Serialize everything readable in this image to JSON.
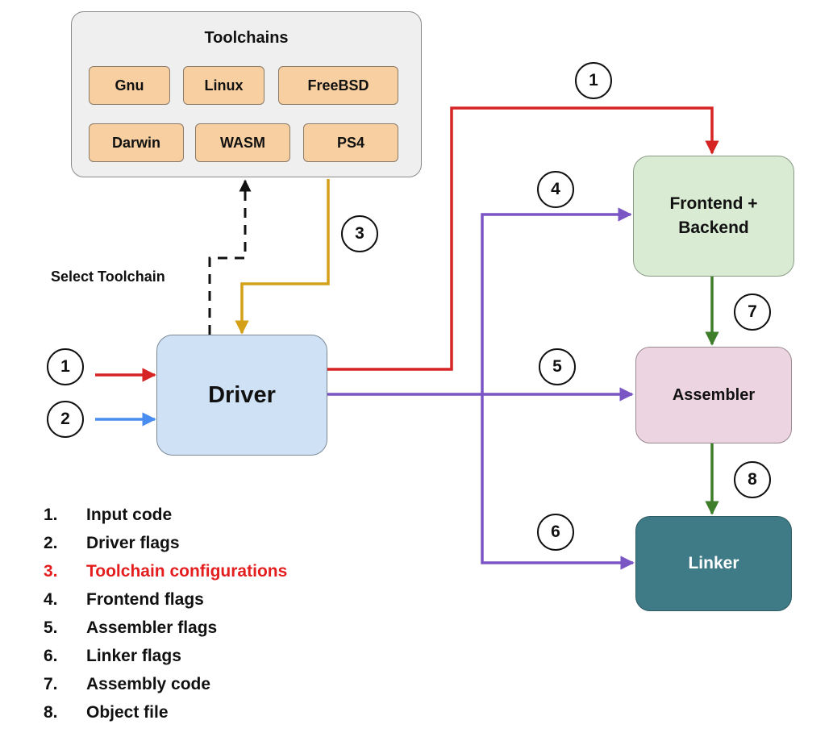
{
  "toolchains": {
    "title": "Toolchains",
    "items": [
      "Gnu",
      "Linux",
      "FreeBSD",
      "Darwin",
      "WASM",
      "PS4"
    ]
  },
  "driver": {
    "label": "Driver"
  },
  "frontend": {
    "line1": "Frontend +",
    "line2": "Backend"
  },
  "assembler": {
    "label": "Assembler"
  },
  "linker": {
    "label": "Linker"
  },
  "select_toolchain_label": "Select Toolchain",
  "badges": {
    "input_code": "1",
    "driver_flags": "2",
    "toolchain_config": "3",
    "to_frontend": "1",
    "frontend_flags": "4",
    "assembler_flags": "5",
    "linker_flags": "6",
    "assembly_code": "7",
    "object_file": "8"
  },
  "legend": [
    {
      "num": "1.",
      "text": "Input code"
    },
    {
      "num": "2.",
      "text": "Driver flags"
    },
    {
      "num": "3.",
      "text": "Toolchain configurations",
      "highlight": true
    },
    {
      "num": "4.",
      "text": "Frontend flags"
    },
    {
      "num": "5.",
      "text": "Assembler flags"
    },
    {
      "num": "6.",
      "text": "Linker flags"
    },
    {
      "num": "7.",
      "text": "Assembly code"
    },
    {
      "num": "8.",
      "text": "Object file"
    }
  ],
  "colors": {
    "red_wire": "#d62424",
    "blue_wire": "#4a8df0",
    "gold_wire": "#d4a017",
    "purple_wire": "#7a55c4",
    "green_wire": "#3e7d2a",
    "legend_highlight": "#e41e1e"
  }
}
